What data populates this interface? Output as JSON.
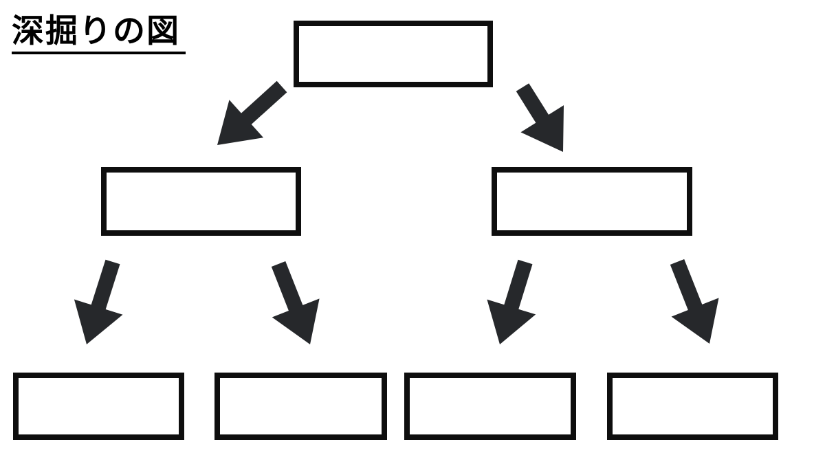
{
  "title": "深掘りの図",
  "colors": {
    "background": "#ffffff",
    "box_border": "#0e0e0e",
    "arrow_fill": "#26282b",
    "title_text": "#000000"
  },
  "diagram": {
    "type": "tree",
    "levels": [
      {
        "name": "level-1",
        "nodes": [
          {
            "label": ""
          }
        ]
      },
      {
        "name": "level-2",
        "nodes": [
          {
            "label": ""
          },
          {
            "label": ""
          }
        ]
      },
      {
        "name": "level-3",
        "nodes": [
          {
            "label": ""
          },
          {
            "label": ""
          },
          {
            "label": ""
          },
          {
            "label": ""
          }
        ]
      }
    ],
    "edges": [
      {
        "from": "root",
        "to": "level2-left"
      },
      {
        "from": "root",
        "to": "level2-right"
      },
      {
        "from": "level2-left",
        "to": "level3-1"
      },
      {
        "from": "level2-left",
        "to": "level3-2"
      },
      {
        "from": "level2-right",
        "to": "level3-3"
      },
      {
        "from": "level2-right",
        "to": "level3-4"
      }
    ]
  }
}
